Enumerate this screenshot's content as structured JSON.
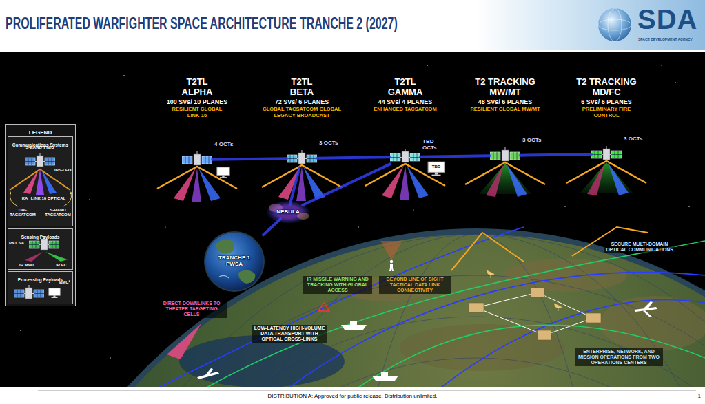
{
  "diagram": {
    "title": "PROLIFERATED WARFIGHTER SPACE ARCHITECTURE TRANCHE 2 (2027)",
    "nodes": [
      {
        "text": [
          "LEGEND"
        ]
      },
      {
        "text": [
          "Communications Systems"
        ],
        "in": 0
      },
      {
        "text": [
          "Sensing Payloads"
        ],
        "in": 0
      },
      {
        "text": [
          "Processing Payloads"
        ],
        "in": 0
      },
      {
        "text": [
          "T2TL ALPHA",
          "100 SVs/ 10 PLANES",
          "RESILIENT GLOBAL LINK-16",
          "4 OCTs"
        ]
      },
      {
        "text": [
          "T2TL BETA",
          "72 SVs/ 6 PLANES",
          "GLOBAL TACSATCOM GLOBAL LEGACY BROADCAST",
          "3 OCTs"
        ]
      },
      {
        "text": [
          "T2TL GAMMA",
          "44 SVs/ 4 PLANES",
          "ENHANCED TACSATCOM",
          "TBD OCTs"
        ]
      },
      {
        "text": [
          "T2 TRACKING MW/MT",
          "48 SVs/ 6 PLANES",
          "RESILIENT GLOBAL MW/MT",
          "3 OCTs"
        ]
      },
      {
        "text": [
          "T2 TRACKING MD/FC",
          "6 SVs/ 6 PLANES",
          "PRELIMINARY FIRE CONTROL",
          "3 OCTs"
        ]
      },
      {
        "text": [
          "NEBULA"
        ]
      },
      {
        "text": [
          "TRANCHE 1 PWSA"
        ]
      }
    ],
    "edges": [
      {
        "from": 4,
        "to": 5,
        "arrow": "none"
      },
      {
        "from": 5,
        "to": 6,
        "arrow": "none"
      },
      {
        "from": 6,
        "to": 7,
        "arrow": "none"
      },
      {
        "from": 7,
        "to": 8,
        "arrow": "none"
      },
      {
        "from": 5,
        "to": 9,
        "arrow": "none"
      },
      {
        "from": 6,
        "to": 9,
        "arrow": "none"
      },
      {
        "from": 9,
        "to": 10,
        "arrow": "none"
      }
    ],
    "labels": [
      "SDA",
      "SPACE DEVELOPMENT AGENCY",
      "TBD",
      "IR MISSILE WARNING AND TRACKING WITH GLOBAL ACCESS",
      "BEYOND LINE OF SIGHT TACTICAL DATA LINK CONNECTIVITY",
      "SECURE MULTI-DOMAIN OPTICAL COMMUNICATIONS",
      "DIRECT DOWNLINKS TO THEATER TARGETING CELLS",
      "LOW-LATENCY HIGH-VOLUME DATA TRANSPORT WITH OPTICAL CROSS-LINKS",
      "ENTERPRISE, NETWORK, AND MISSION OPERATIONS FROM TWO OPERATIONS CENTERS",
      "DISTRIBUTION A: Approved for public release. Distribution unlimited.",
      "1"
    ],
    "legend": [
      {
        "text": "S-BAND TT&C"
      },
      {
        "text": "IBS-LEO",
        "color": "#f5a623"
      },
      {
        "text": "KA",
        "color": "#e84a8a"
      },
      {
        "text": "LINK 16",
        "color": "#9b4dff"
      },
      {
        "text": "OPTICAL",
        "color": "#3a6cff"
      },
      {
        "text": "UHF TACSATCOM"
      },
      {
        "text": "S-BAND TACSATCOM"
      },
      {
        "text": "PNT SA"
      },
      {
        "text": "IR MWT",
        "color": "#b0306a"
      },
      {
        "text": "IR FC",
        "color": "#35d04a"
      },
      {
        "text": "BMC²"
      }
    ]
  }
}
